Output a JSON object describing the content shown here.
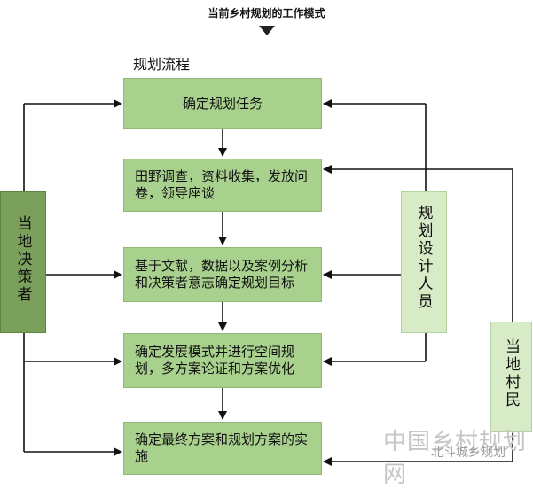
{
  "title": "当前乡村规划的工作模式",
  "flow_label": "规划流程",
  "steps": [
    "确定规划任务",
    "田野调查，资料收集，发放问卷，领导座谈",
    "基于文献，数据以及案例分析和决策者意志确定规划目标",
    "确定发展模式并进行空间规划，多方案论证和方案优化",
    "确定最终方案和规划方案的实施"
  ],
  "actors": {
    "left": "当地决策者",
    "middle": "规划设计人员",
    "right": "当地村民"
  },
  "watermarks": [
    "中国乡村规划网",
    "北斗城乡规划"
  ]
}
